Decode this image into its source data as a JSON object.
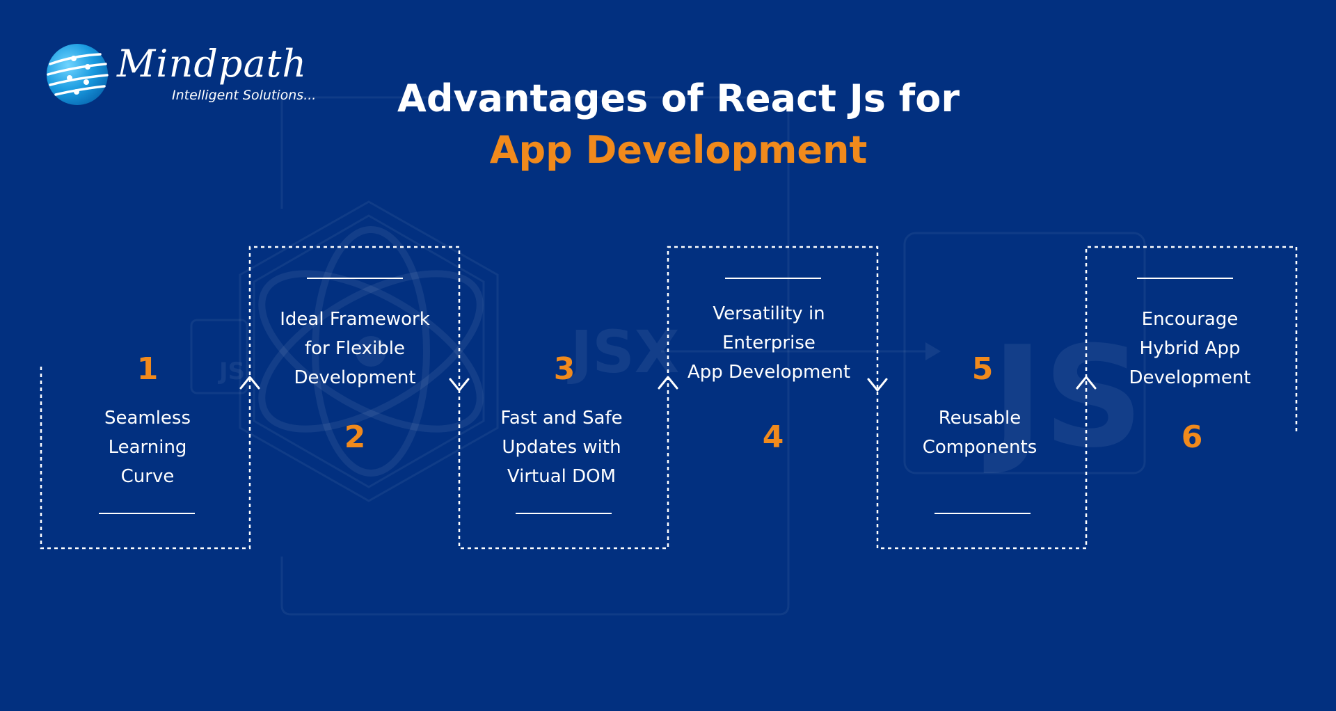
{
  "brand": {
    "name": "Mindpath",
    "tagline": "Intelligent Solutions..."
  },
  "title": {
    "line1": "Advantages of React Js for",
    "line2": "App Development"
  },
  "steps": [
    {
      "number": "1",
      "lines": [
        "Seamless",
        "Learning",
        "Curve"
      ]
    },
    {
      "number": "2",
      "lines": [
        "Ideal Framework",
        "for Flexible",
        "Development"
      ]
    },
    {
      "number": "3",
      "lines": [
        "Fast and Safe",
        "Updates with",
        "Virtual DOM"
      ]
    },
    {
      "number": "4",
      "lines": [
        "Versatility in",
        "Enterprise",
        "App Development"
      ]
    },
    {
      "number": "5",
      "lines": [
        "Reusable",
        "Components"
      ]
    },
    {
      "number": "6",
      "lines": [
        "Encourage",
        "Hybrid App",
        "Development"
      ]
    }
  ],
  "colors": {
    "background": "#023080",
    "accent": "#f18a1c",
    "text": "#ffffff"
  },
  "icons": [
    "globe-logo-icon",
    "react-atom-icon",
    "jsx-icon",
    "js-icon",
    "chevron-up-icon",
    "chevron-down-icon"
  ]
}
